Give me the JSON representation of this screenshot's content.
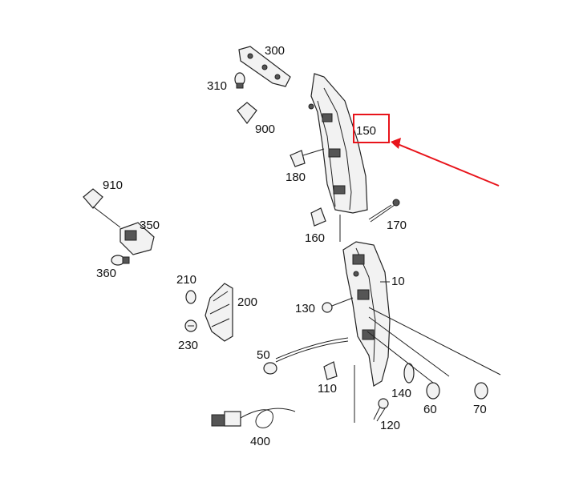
{
  "accent_color": "#e8141b",
  "highlighted_part": "150",
  "labels": {
    "p300": "300",
    "p310": "310",
    "p900": "900",
    "p150": "150",
    "p180": "180",
    "p170": "170",
    "p160": "160",
    "p910": "910",
    "p350": "350",
    "p360": "360",
    "p210": "210",
    "p200": "200",
    "p230": "230",
    "p10": "10",
    "p130": "130",
    "p50": "50",
    "p110": "110",
    "p140": "140",
    "p60": "60",
    "p70": "70",
    "p120": "120",
    "p400": "400"
  }
}
